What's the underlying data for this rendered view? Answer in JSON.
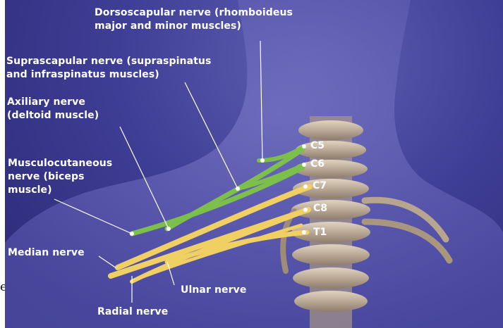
{
  "stray_text": "e",
  "colors": {
    "background": "#3f3e96",
    "skin": "#6b69b8",
    "motor_branch_nerve": "#7cc04b",
    "sensory_nerve": "#f0cf63",
    "bone": "#c9b7a3"
  },
  "labels": {
    "dorsoscapular": "Dorsoscapular nerve (rhomboideus\nmajor and minor muscles)",
    "suprascapular": "Suprascapular nerve (supraspinatus\nand infraspinatus muscles)",
    "axillary": "Axiliary nerve\n(deltoid muscle)",
    "musculocutaneous": "Musculocutaneous\nnerve (biceps\nmuscle)",
    "median": "Median nerve",
    "ulnar": "Ulnar nerve",
    "radial": "Radial nerve"
  },
  "roots": [
    "C5",
    "C6",
    "C7",
    "C8",
    "T1"
  ]
}
